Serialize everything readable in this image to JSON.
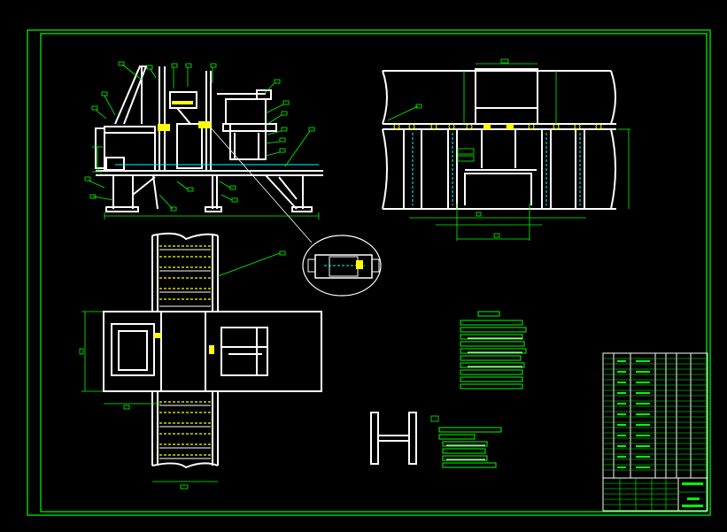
{
  "drawing": {
    "background": "#000000",
    "frame_color": "#00ff00",
    "line_color": "#ffffff",
    "annotation_color": "#00ff00",
    "hidden_line_color": "#00ffff",
    "highlight_color": "#ffff00",
    "views": [
      "front-elevation",
      "side-elevation",
      "plan-view",
      "detail-circle",
      "h-beam-section",
      "technical-notes",
      "title-block"
    ]
  }
}
